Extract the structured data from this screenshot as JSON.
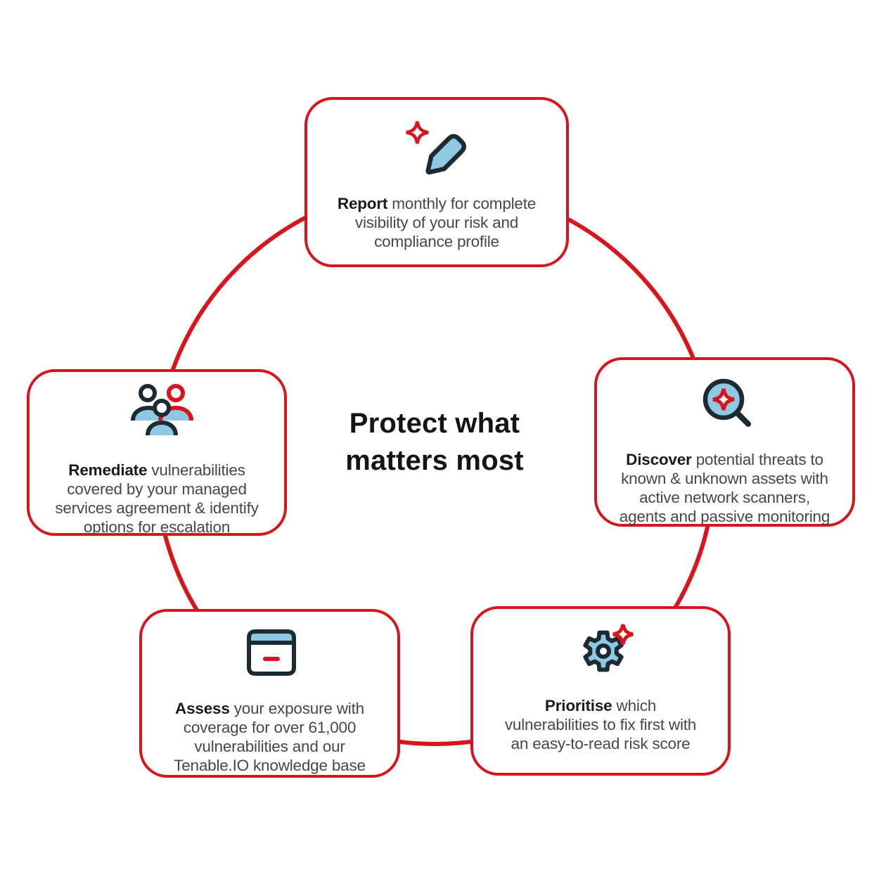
{
  "title": {
    "line1": "Protect what",
    "line2": "matters most"
  },
  "colors": {
    "red": "#D8141C",
    "blue": "#8EC8E3",
    "dark": "#1C2B33",
    "text": "#474747",
    "strong": "#1B1B1B",
    "titlec": "#141414"
  },
  "cards": [
    {
      "id": "report",
      "icon": "pencil-sparkle-icon",
      "bold": "Report",
      "line1": "monthly for complete",
      "line2": "visibility of your risk and",
      "line3": "compliance profile"
    },
    {
      "id": "discover",
      "icon": "magnifier-sparkle-icon",
      "bold": "Discover",
      "line1": "potential threats to",
      "line2": "known & unknown assets with",
      "line3": "active network scanners,",
      "line4": "agents and passive monitoring"
    },
    {
      "id": "remediate",
      "icon": "people-group-icon",
      "bold": "Remediate",
      "line1": "vulnerabilities",
      "line2": "covered by your managed",
      "line3": "services agreement & identify",
      "line4": "options for escalation"
    },
    {
      "id": "assess",
      "icon": "browser-window-icon",
      "bold": "Assess",
      "line1": "your exposure with",
      "line2": "coverage for over 61,000",
      "line3": "vulnerabilities and our",
      "line4": "Tenable.IO knowledge base"
    },
    {
      "id": "prioritise",
      "icon": "gear-sparkle-icon",
      "bold": "Prioritise",
      "line1": "which",
      "line2": "vulnerabilities to fix first with",
      "line3": "an easy-to-read risk score"
    }
  ]
}
